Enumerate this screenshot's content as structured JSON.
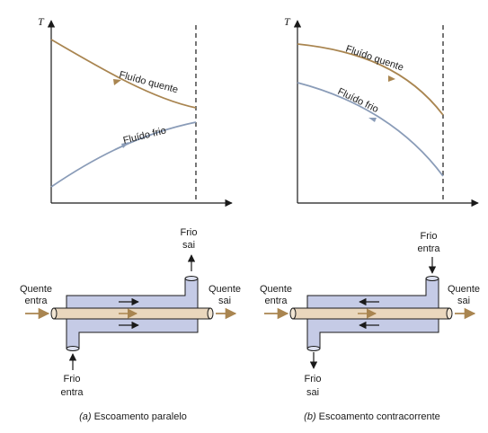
{
  "colors": {
    "hot": "#a98550",
    "cold": "#8a9cb8",
    "shell": "#c5cbe6",
    "tube": "#ead7bd",
    "line": "#1a1a1a"
  },
  "chart_left": {
    "axis_y": "T",
    "hot_label": "Fluído quente",
    "cold_label": "Fluído frio"
  },
  "chart_right": {
    "axis_y": "T",
    "hot_label": "Fluído quente",
    "cold_label": "Fluído frio"
  },
  "exchanger_left": {
    "hot_in_line1": "Quente",
    "hot_in_line2": "entra",
    "hot_out_line1": "Quente",
    "hot_out_line2": "sai",
    "cold_in_line1": "Frio",
    "cold_in_line2": "entra",
    "cold_out_line1": "Frio",
    "cold_out_line2": "sai"
  },
  "exchanger_right": {
    "hot_in_line1": "Quente",
    "hot_in_line2": "entra",
    "hot_out_line1": "Quente",
    "hot_out_line2": "sai",
    "cold_in_line1": "Frio",
    "cold_in_line2": "entra",
    "cold_out_line1": "Frio",
    "cold_out_line2": "sai"
  },
  "captions": {
    "left_letter": "(a)",
    "left_text": "Escoamento paralelo",
    "right_letter": "(b)",
    "right_text": "Escoamento contracorrente"
  },
  "icons": {
    "flow_arrow": "arrowhead-icon"
  }
}
